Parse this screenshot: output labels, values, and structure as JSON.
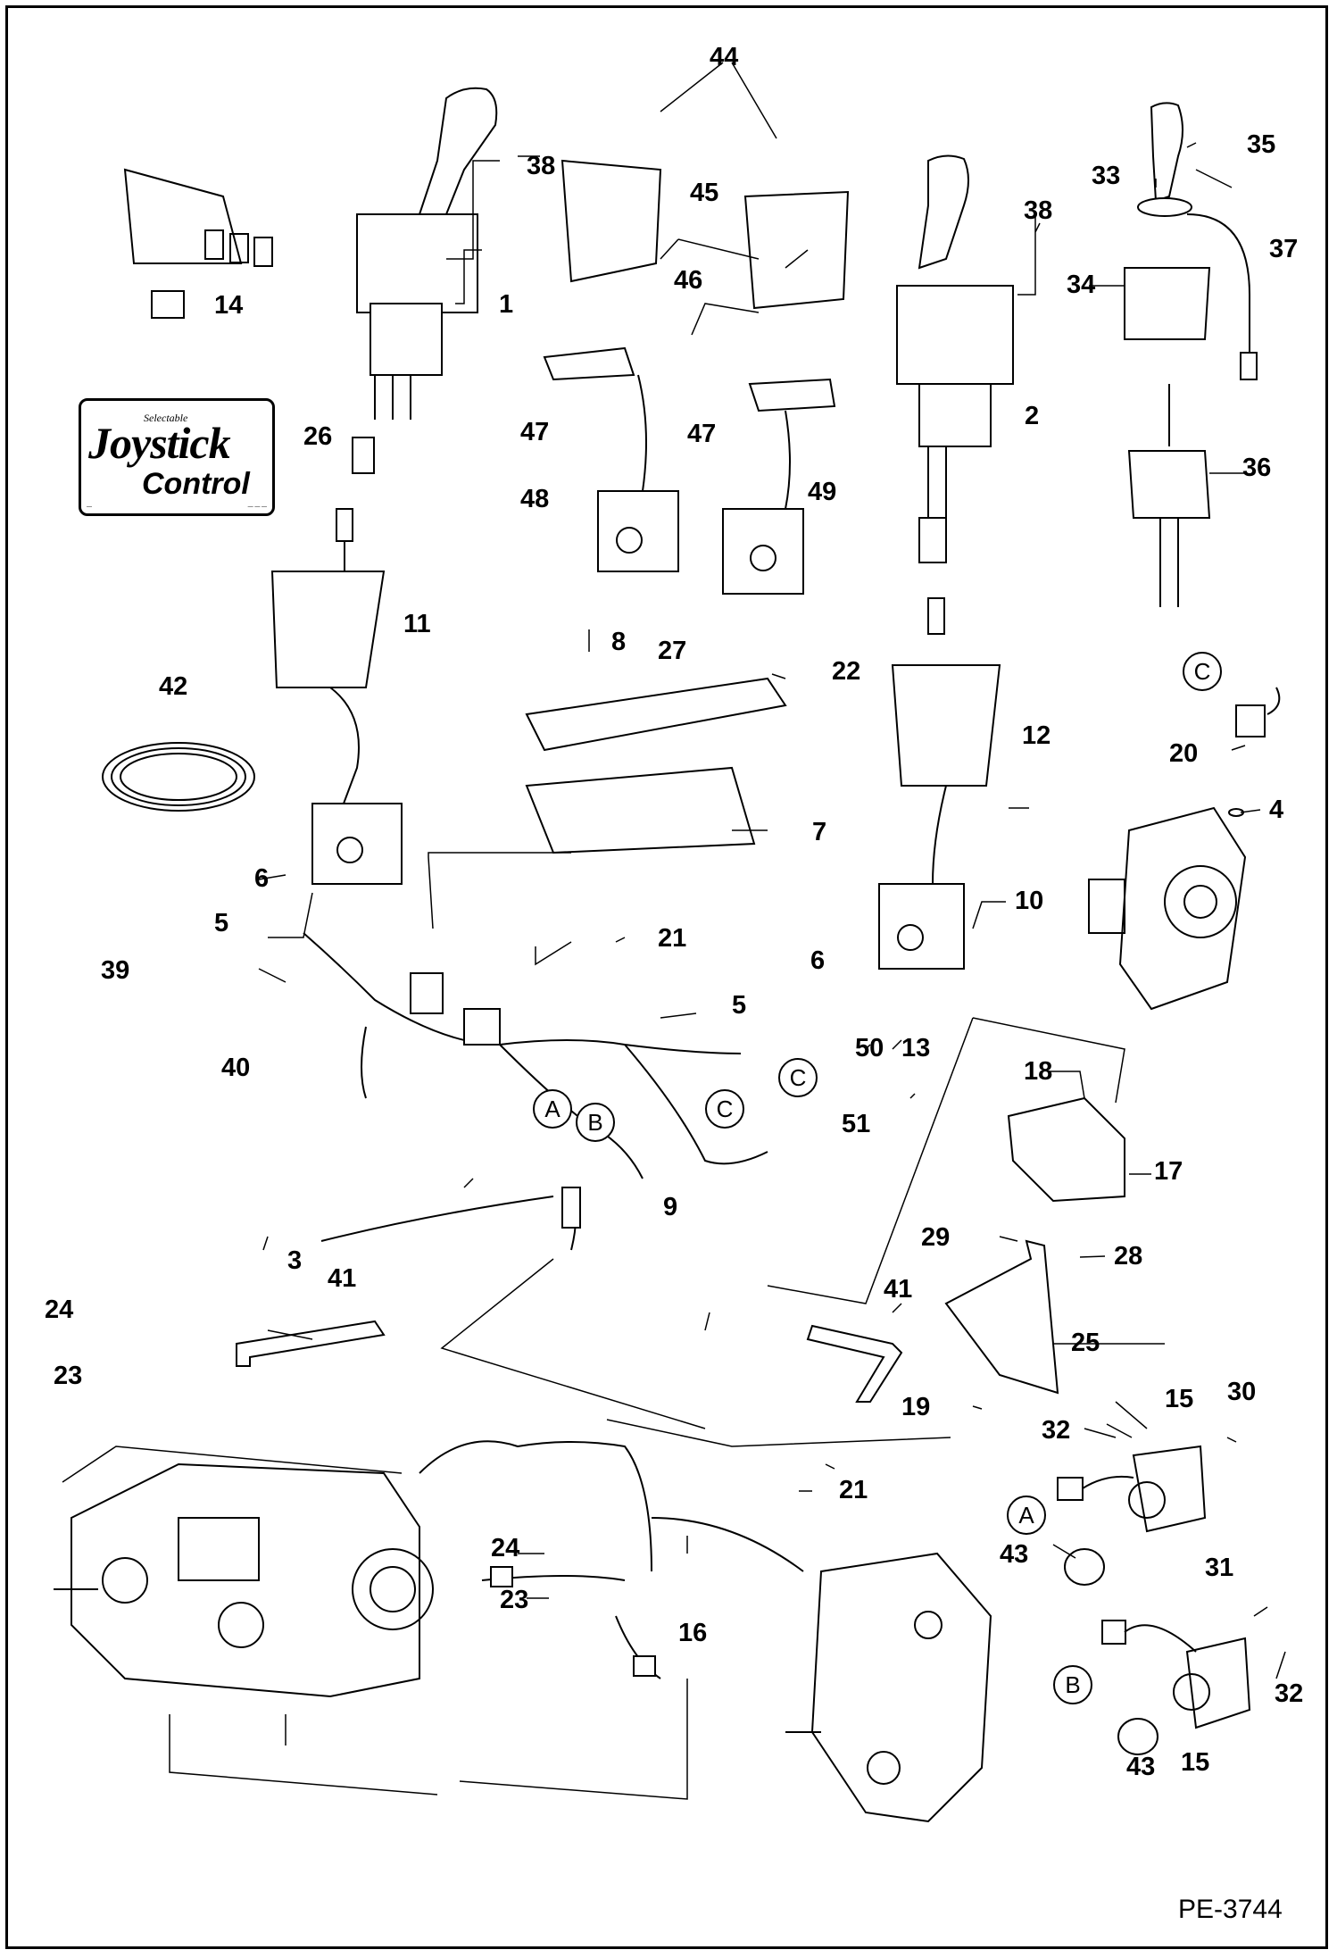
{
  "document_code": "PE-3744",
  "decal": {
    "small": "Selectable",
    "big1": "Joystick",
    "big2": "Control",
    "tiny1": "—",
    "tiny2": "— — —"
  },
  "callouts": [
    "1",
    "2",
    "3",
    "4",
    "5",
    "5",
    "6",
    "6",
    "7",
    "8",
    "9",
    "10",
    "11",
    "12",
    "13",
    "14",
    "15",
    "15",
    "16",
    "17",
    "18",
    "19",
    "20",
    "21",
    "21",
    "22",
    "23",
    "23",
    "24",
    "24",
    "25",
    "26",
    "27",
    "28",
    "29",
    "30",
    "31",
    "32",
    "32",
    "33",
    "34",
    "35",
    "36",
    "37",
    "38",
    "38",
    "39",
    "40",
    "41",
    "41",
    "42",
    "43",
    "43",
    "44",
    "45",
    "46",
    "47",
    "47",
    "48",
    "49",
    "50",
    "51"
  ],
  "connector_refs": [
    "A",
    "B",
    "C",
    "C",
    "C",
    "A",
    "B"
  ]
}
